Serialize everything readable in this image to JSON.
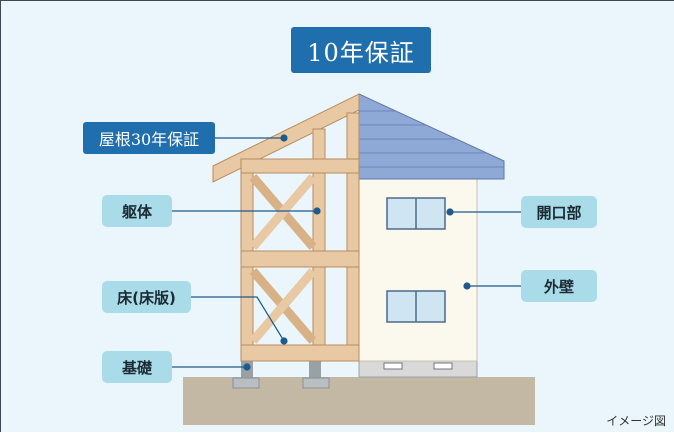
{
  "title": "10年保証",
  "labels": {
    "roof": "屋根30年保証",
    "frame": "躯体",
    "floor": "床(床版)",
    "foundation": "基礎",
    "opening": "開口部",
    "exterior_wall": "外壁"
  },
  "caption": "イメージ図",
  "colors": {
    "background": "#eaf6fb",
    "title_box": "#1f6eae",
    "label_pill": "#a9dbe8",
    "leader_line": "#1f5a8a",
    "timber": "#e9c9a4",
    "roof_tiles": "#8fa9d6",
    "wall": "#fbf8ee",
    "ground": "#c2b8a3"
  }
}
